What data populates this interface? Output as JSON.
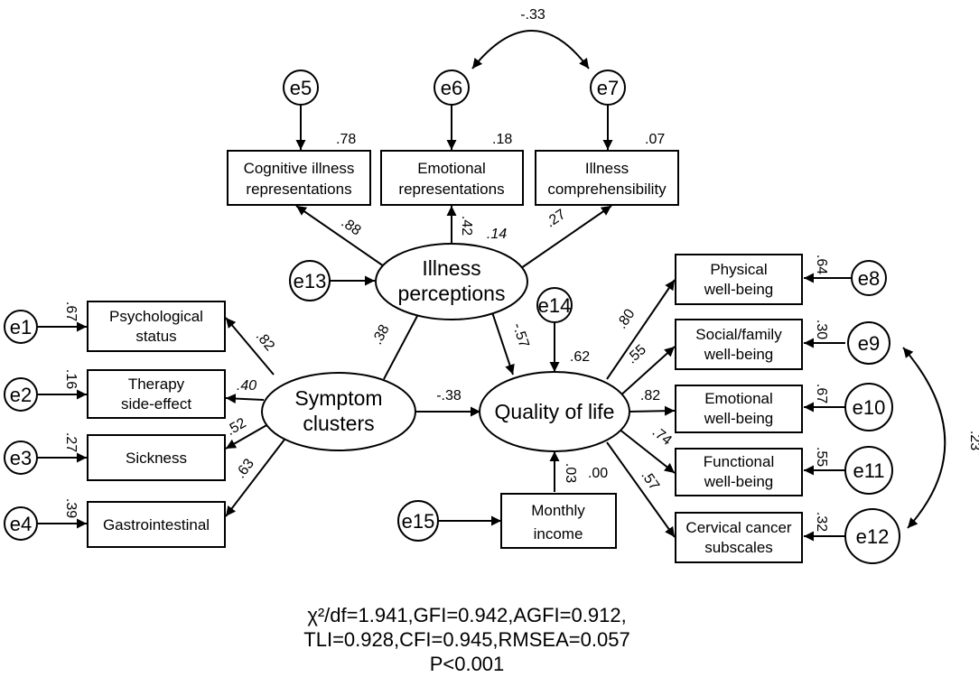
{
  "observed": {
    "cognitive": [
      "Cognitive illness",
      "representations"
    ],
    "emotional": [
      "Emotional",
      "representations"
    ],
    "comprehensibility": [
      "Illness",
      "comprehensibility"
    ],
    "psychological": [
      "Psychological",
      "status"
    ],
    "therapy": [
      "Therapy",
      "side-effect"
    ],
    "sickness": [
      "Sickness"
    ],
    "gastro": [
      "Gastrointestinal"
    ],
    "physical": [
      "Physical",
      "well-being"
    ],
    "social": [
      "Social/family",
      "well-being"
    ],
    "emotional_wb": [
      "Emotional",
      "well-being"
    ],
    "functional": [
      "Functional",
      "well-being"
    ],
    "cervical": [
      "Cervical cancer",
      "subscales"
    ],
    "income": [
      "Monthly",
      "income"
    ]
  },
  "latent": {
    "illness": [
      "Illness",
      "perceptions"
    ],
    "symptom": [
      "Symptom",
      "clusters"
    ],
    "qol": [
      "Quality of life"
    ]
  },
  "errors": {
    "e1": "e1",
    "e2": "e2",
    "e3": "e3",
    "e4": "e4",
    "e5": "e5",
    "e6": "e6",
    "e7": "e7",
    "e8": "e8",
    "e9": "e9",
    "e10": "e10",
    "e11": "e11",
    "e12": "e12",
    "e13": "e13",
    "e14": "e14",
    "e15": "e15"
  },
  "coefficients": {
    "cov_e6_e7": "-.33",
    "cov_e9_e12": ".23",
    "r2_cognitive": ".78",
    "r2_emotional": ".18",
    "r2_comprehensibility": ".07",
    "load_cognitive": ".88",
    "load_emotional": ".42",
    "load_comprehensibility": ".27",
    "r2_illness": ".14",
    "r2_psychological": ".67",
    "r2_therapy": ".16",
    "r2_sickness": ".27",
    "r2_gastro": ".39",
    "load_psychological": ".82",
    "load_therapy": ".40",
    "load_sickness": ".52",
    "load_gastro": ".63",
    "path_symptom_illness": ".38",
    "path_symptom_qol": "-.38",
    "path_illness_qol": "-.57",
    "r2_qol": ".62",
    "path_income_qol": ".03",
    "r2_income": ".00",
    "load_physical": ".80",
    "load_social": ".55",
    "load_emotional_wb": ".82",
    "load_functional": ".74",
    "load_cervical": ".57",
    "r2_physical": ".64",
    "r2_social": ".30",
    "r2_emotional_wb": ".67",
    "r2_functional": ".55",
    "r2_cervical": ".32"
  },
  "fit": {
    "line1": "χ²/df=1.941,GFI=0.942,AGFI=0.912,",
    "line2": "TLI=0.928,CFI=0.945,RMSEA=0.057",
    "line3": "P<0.001"
  }
}
